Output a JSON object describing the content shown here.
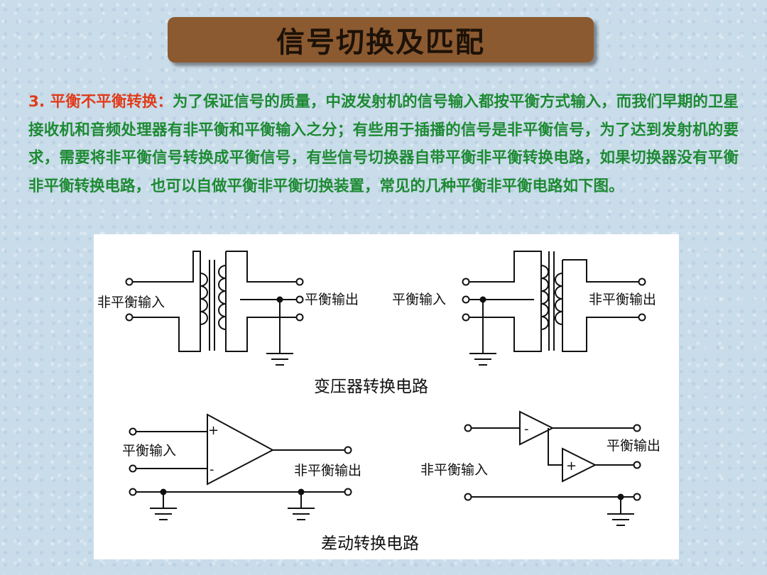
{
  "title": "信号切换及匹配",
  "paragraph": {
    "lead": "3. 平衡不平衡转换：",
    "body": "为了保证信号的质量，中波发射机的信号输入都按平衡方式输入，而我们早期的卫星接收机和音频处理器有非平衡和平衡输入之分；有些用于插播的信号是非平衡信号，为了达到发射机的要求，需要将非平衡信号转换成平衡信号，有些信号切换器自带平衡非平衡转换电路，如果切换器没有平衡非平衡转换电路，也可以自做平衡非平衡切换装置，常见的几种平衡非平衡电路如下图。"
  },
  "diagram": {
    "transformer": {
      "left_input_label": "非平衡输入",
      "left_output_label": "平衡输出",
      "right_input_label": "平衡输入",
      "right_output_label": "非平衡输出",
      "caption": "变压器转换电路"
    },
    "differential": {
      "left_input_label": "平衡输入",
      "left_output_label": "非平衡输出",
      "right_input_label": "非平衡输入",
      "right_output_label": "平衡输出",
      "plus_sign": "+",
      "minus_sign": "-",
      "caption": "差动转换电路"
    }
  }
}
